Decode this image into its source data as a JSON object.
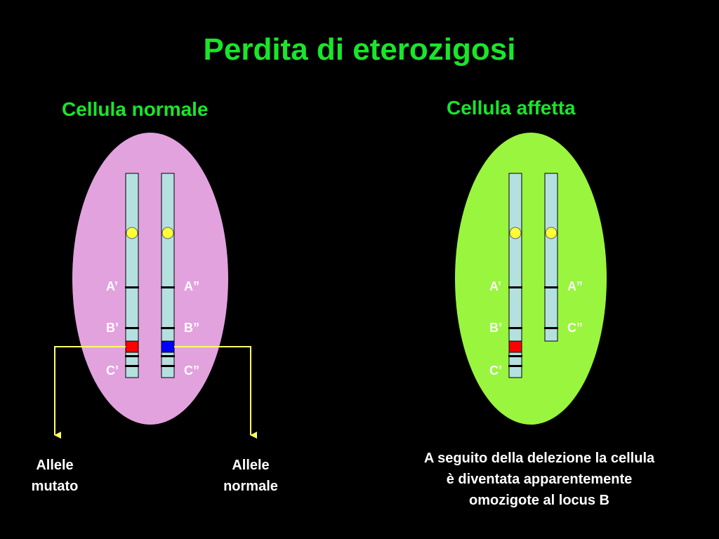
{
  "title": "Perdita di eterozigosi",
  "normal_cell": {
    "title": "Cellula normale",
    "cell_color": "#e2a2de",
    "left_chromosome": {
      "labels": [
        "A’",
        "B’",
        "C’"
      ]
    },
    "right_chromosome": {
      "labels": [
        "A”",
        "B”",
        "C”"
      ]
    },
    "mutated_allele_color": "#ff0000",
    "normal_allele_color": "#0000ff",
    "label_mutated_line1": "Allele",
    "label_mutated_line2": "mutato",
    "label_normal_line1": "Allele",
    "label_normal_line2": "normale"
  },
  "affected_cell": {
    "title": "Cellula affetta",
    "cell_color": "#99f53e",
    "left_chromosome": {
      "labels": [
        "A’",
        "B’",
        "C’"
      ]
    },
    "right_chromosome": {
      "labels": [
        "A”",
        "C”"
      ]
    },
    "caption_line1": "A seguito della delezione la cellula",
    "caption_line2": "è diventata apparentemente",
    "caption_line3": "omozigote al locus B"
  },
  "colors": {
    "chromosome": "#b5e0e0",
    "centromere": "#ffff33",
    "arrow": "#ffff66",
    "title": "#19e62a"
  }
}
